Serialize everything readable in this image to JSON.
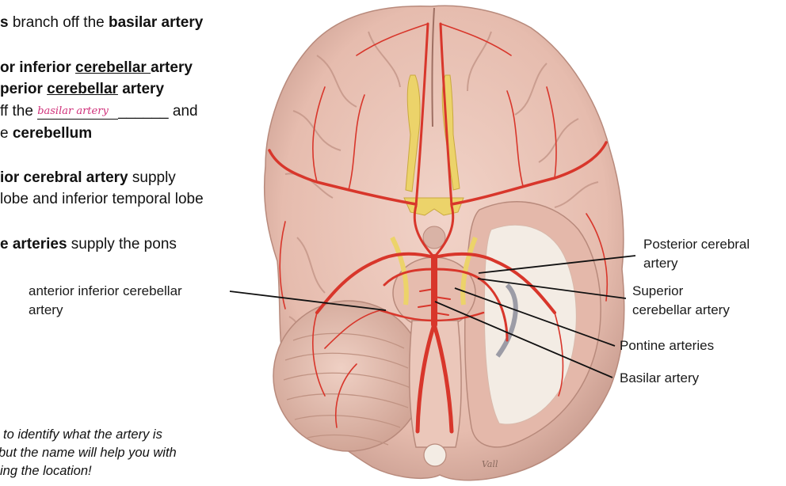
{
  "notes": {
    "line1": {
      "bold1": "s",
      "text": " branch off the ",
      "bold2": "basilar artery"
    },
    "line2": {
      "bold": "or inferior ",
      "underlined": "cerebellar ",
      "bold_tail": "artery"
    },
    "line3": {
      "bold": "perior ",
      "underlined": "cerebellar",
      "bold_tail": " artery"
    },
    "line4": {
      "text_before": "ff the ",
      "blank_before": "",
      "handwritten": "basilar artery",
      "blank_after": "______",
      "text_after": " and"
    },
    "line5": {
      "text": "e ",
      "bold": "cerebellum"
    },
    "line6": {
      "bold": "ior cerebral artery",
      "text": " supply"
    },
    "line7": {
      "text": "lobe and inferior temporal lobe"
    },
    "line8": {
      "bold": "e arteries",
      "text": " supply the pons"
    }
  },
  "labels": {
    "aica": [
      "anterior inferior cerebellar",
      "artery"
    ],
    "pca": [
      "Posterior cerebral",
      "artery"
    ],
    "sca": [
      "Superior",
      "cerebellar artery"
    ],
    "pontine": "Pontine arteries",
    "basilar": "Basilar artery"
  },
  "footnote": [
    "to identify what the artery is",
    " but the name will help you with",
    "ing the location!"
  ],
  "signature": "Vall",
  "colors": {
    "brain": "#e9c4b8",
    "brain_shadow": "#c99d90",
    "artery": "#d8362b",
    "nerve": "#ecd36a",
    "cut_white": "#f3ece4",
    "cut_grey": "#e1b7a8",
    "handwriting": "#d0307a"
  }
}
